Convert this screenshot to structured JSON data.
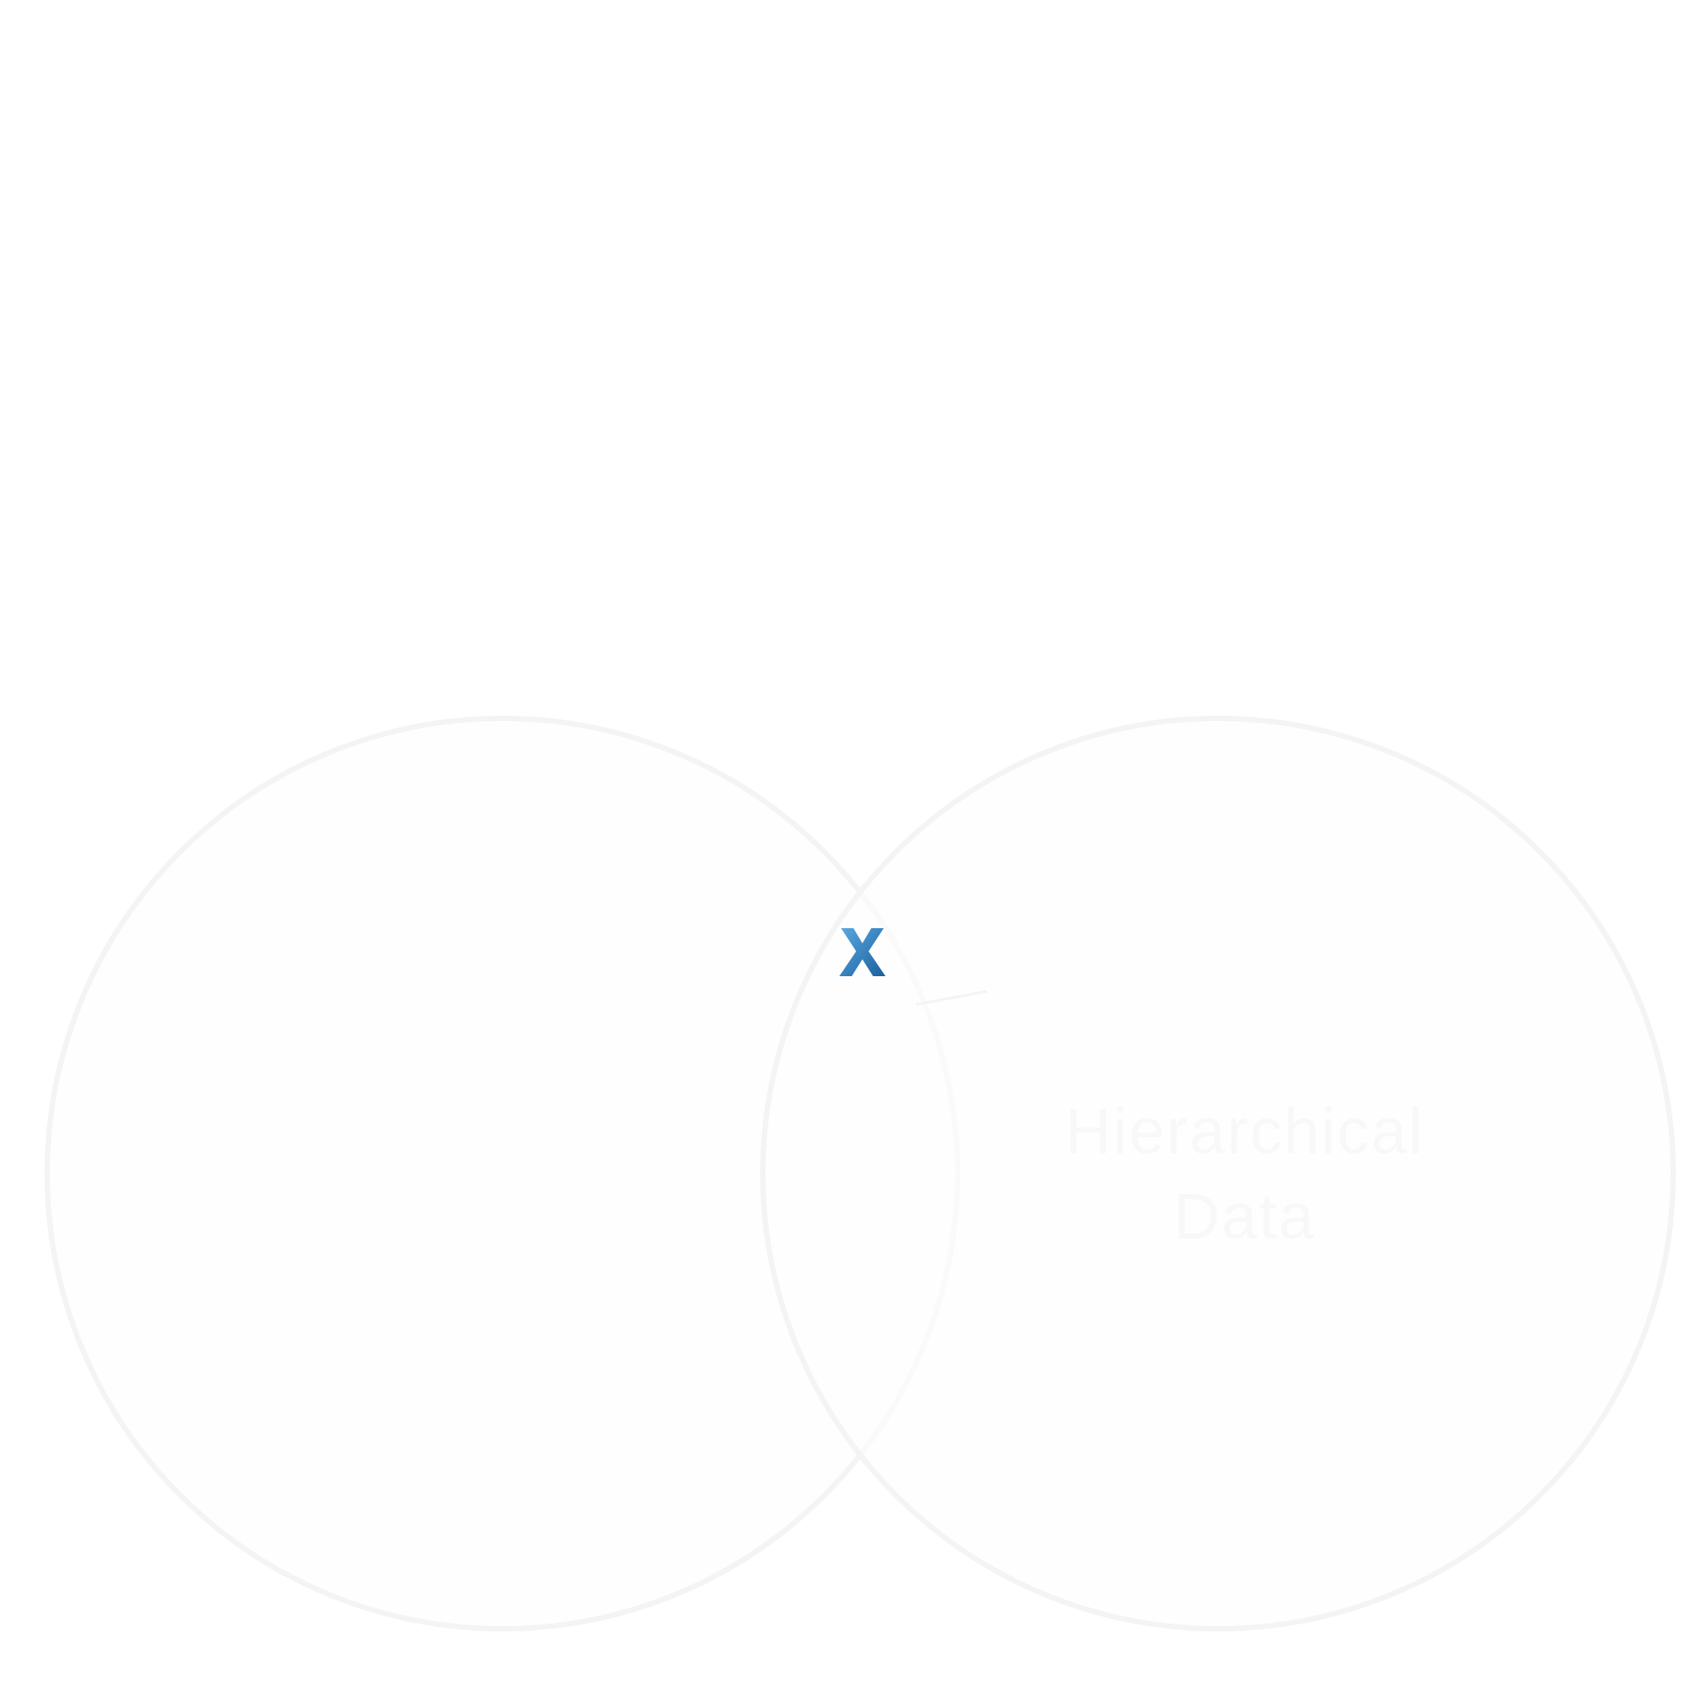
{
  "diagram": {
    "type": "venn",
    "sets": [
      {
        "id": "left",
        "label": ""
      },
      {
        "id": "right",
        "label_lines": [
          "Hierarchical",
          "Data"
        ]
      }
    ],
    "intersection": {
      "icon": "x-mark-icon",
      "icon_color": "#2a7fc4",
      "icon_color_light": "#5aa9e0",
      "icon_color_dark": "#1b5f9e"
    },
    "colors": {
      "circle_fill": "#fefefe",
      "circle_stroke": "#f4f4f5",
      "label_text": "#f8f8f8"
    }
  }
}
